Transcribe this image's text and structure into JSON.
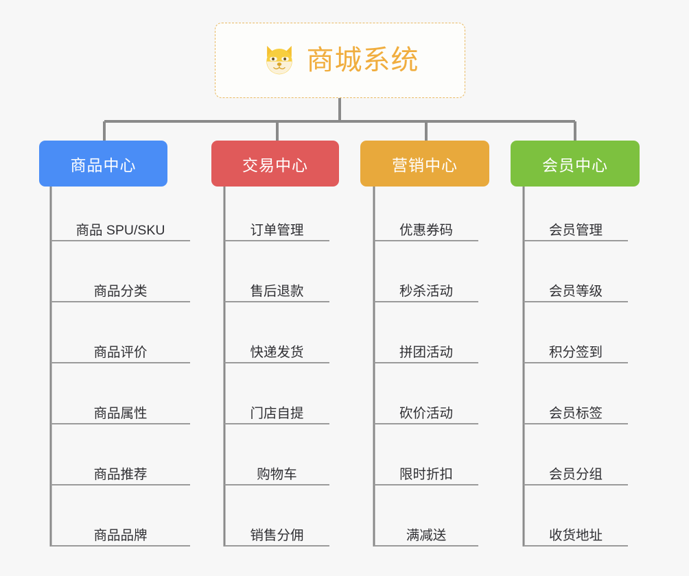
{
  "canvas": {
    "background": "#f7f7f7",
    "connector_color": "#8a8a8a",
    "leaf_rule_color": "#9a9a9a",
    "leaf_text_color": "#2f2f33"
  },
  "root": {
    "title": "商城系统",
    "icon": "shiba-dog-icon",
    "text_color": "#f0ad3e",
    "border_color": "#e9b961",
    "background": "#fdfdfb"
  },
  "columns": [
    {
      "header": "商品中心",
      "color": "#4a8df6",
      "items": [
        "商品 SPU/SKU",
        "商品分类",
        "商品评价",
        "商品属性",
        "商品推荐",
        "商品品牌"
      ]
    },
    {
      "header": "交易中心",
      "color": "#e05a5a",
      "items": [
        "订单管理",
        "售后退款",
        "快递发货",
        "门店自提",
        "购物车",
        "销售分佣"
      ]
    },
    {
      "header": "营销中心",
      "color": "#e8a93c",
      "items": [
        "优惠券码",
        "秒杀活动",
        "拼团活动",
        "砍价活动",
        "限时折扣",
        "满减送"
      ]
    },
    {
      "header": "会员中心",
      "color": "#7dc13f",
      "items": [
        "会员管理",
        "会员等级",
        "积分签到",
        "会员标签",
        "会员分组",
        "收货地址"
      ]
    }
  ]
}
